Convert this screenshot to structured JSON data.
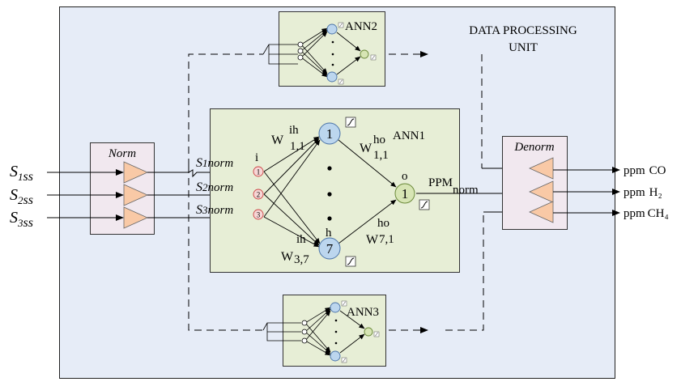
{
  "unit": {
    "title_line1": "DATA PROCESSING",
    "title_line2": "UNIT"
  },
  "norm": {
    "label": "Norm"
  },
  "denorm": {
    "label": "Denorm"
  },
  "inputs": [
    {
      "base": "S",
      "index": "1",
      "suffix": "ss"
    },
    {
      "base": "S",
      "index": "2",
      "suffix": "ss"
    },
    {
      "base": "S",
      "index": "3",
      "suffix": "ss"
    }
  ],
  "norm_signals": [
    {
      "base": "S",
      "index": "1",
      "suffix": "norm"
    },
    {
      "base": "S",
      "index": "2",
      "suffix": "norm"
    },
    {
      "base": "S",
      "index": "3",
      "suffix": "norm"
    }
  ],
  "ann1": {
    "title": "ANN1",
    "layer_i": "i",
    "layer_h": "h",
    "layer_o": "o",
    "input_nodes": [
      "1",
      "2",
      "3"
    ],
    "hidden_top": "1",
    "hidden_bottom": "7",
    "output_node": "1",
    "w_ih_top": {
      "w": "W",
      "sup": "ih",
      "sub": "1,1"
    },
    "w_ih_bottom": {
      "w": "W",
      "sup": "ih",
      "sub": "3,7"
    },
    "w_ho_top": {
      "w": "W",
      "sup": "ho",
      "sub": "1,1"
    },
    "w_ho_bottom": {
      "w": "W",
      "sup": "ho",
      "sub": "7,1"
    },
    "ppm": {
      "main": "PPM",
      "sub": "norm"
    }
  },
  "ann2": {
    "title": "ANN2"
  },
  "ann3": {
    "title": "ANN3"
  },
  "outputs": [
    {
      "prefix": "ppm",
      "gas": "CO"
    },
    {
      "prefix": "ppm",
      "gas": "H₂"
    },
    {
      "prefix": "ppm",
      "gas": "CH₄"
    }
  ],
  "colors": {
    "unit_bg": "#e6ecf7",
    "ann_bg": "#e7eed6",
    "norm_bg": "#f1e8ef",
    "triangle": "#f9c9a6",
    "hidden_node": "#bcd6ee",
    "output_node": "#d7e5b4",
    "input_node": "#f7d6d6"
  }
}
